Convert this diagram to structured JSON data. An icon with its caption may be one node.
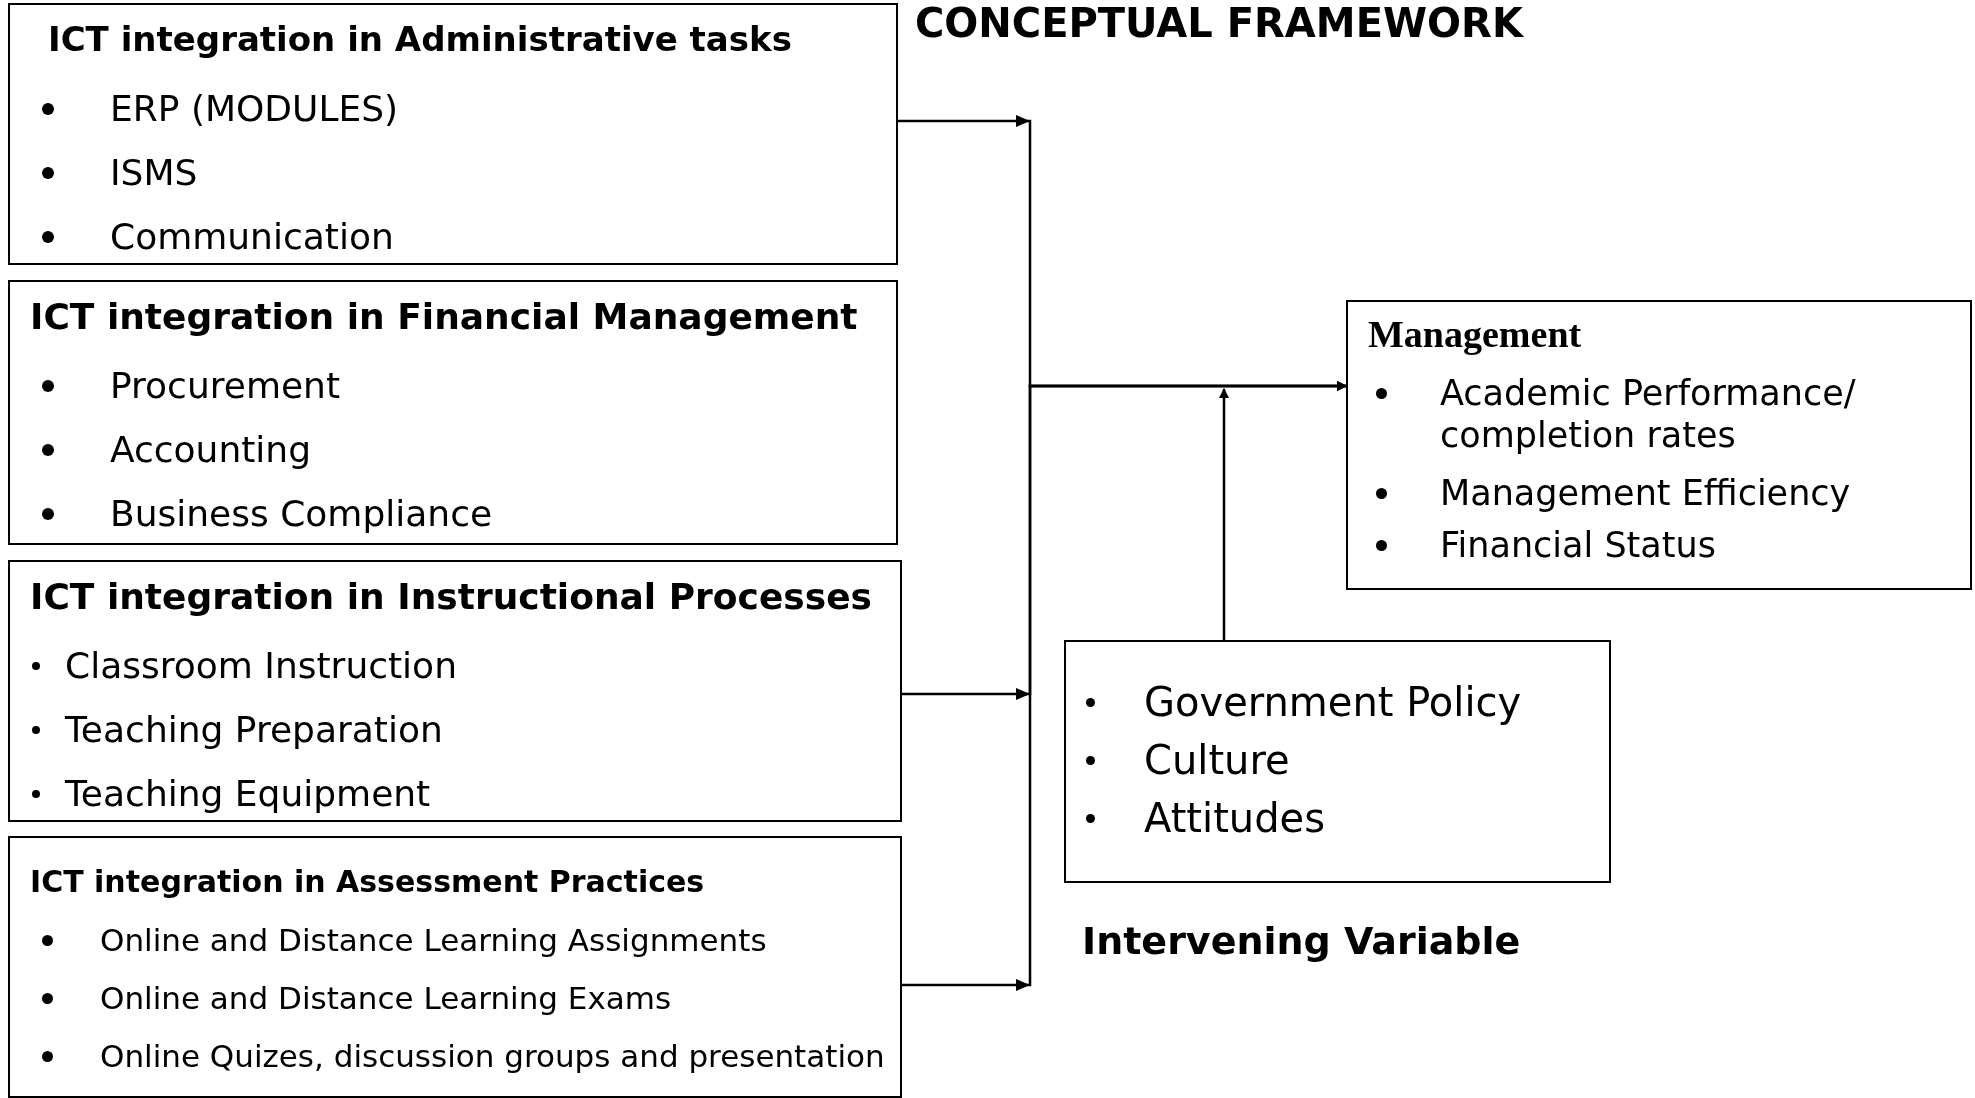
{
  "diagram": {
    "title": "CONCEPTUAL FRAMEWORK",
    "nodes": [
      {
        "text": [
          "ICT integration in Administrative tasks",
          "ERP (MODULES)",
          "ISMS",
          "Communication"
        ]
      },
      {
        "text": [
          "ICT integration in Financial Management",
          "Procurement",
          "Accounting",
          "Business Compliance"
        ]
      },
      {
        "text": [
          "ICT integration in Instructional Processes",
          "Classroom Instruction",
          "Teaching Preparation",
          "Teaching Equipment"
        ]
      },
      {
        "text": [
          "ICT integration in Assessment Practices",
          "Online and Distance Learning Assignments",
          "Online and Distance Learning Exams",
          "Online Quizes, discussion groups and presentation"
        ]
      },
      {
        "text": [
          "Management",
          "Academic Performance/ completion rates",
          "Management Efficiency",
          "Financial Status"
        ]
      },
      {
        "text": [
          "Government Policy",
          "Culture",
          "Attitudes"
        ],
        "beside": [
          "Intervening Variable"
        ]
      }
    ],
    "edges": [
      {
        "from": 0,
        "to": 4,
        "arrow": "to"
      },
      {
        "from": 2,
        "to": 4,
        "arrow": "to"
      },
      {
        "from": 3,
        "to": 4,
        "arrow": "to"
      },
      {
        "from": 5,
        "to": null,
        "arrow": "to"
      }
    ]
  }
}
